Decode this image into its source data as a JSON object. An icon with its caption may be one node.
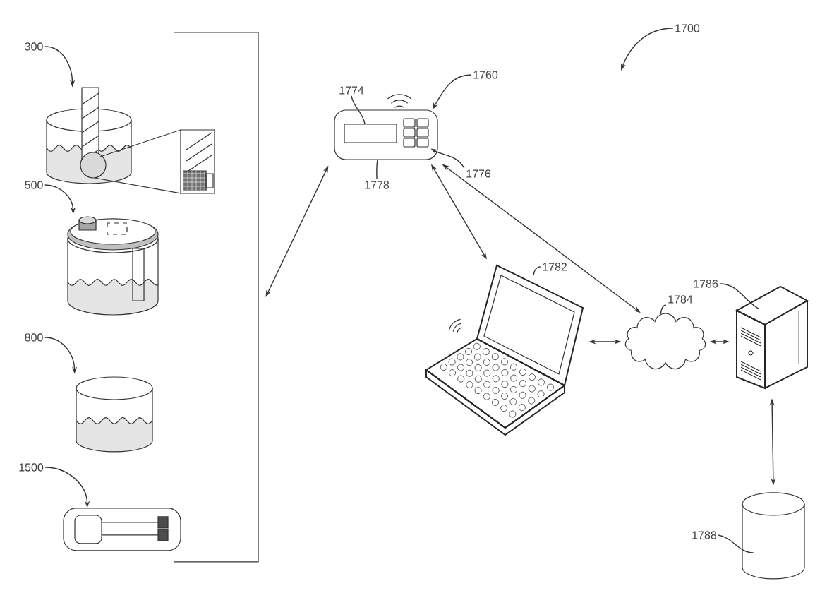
{
  "diagram": {
    "nodes": [
      {
        "text": [],
        "shape": "bracket"
      },
      {
        "text": [
          "300"
        ]
      },
      {
        "text": [],
        "shape": "picture"
      },
      {
        "text": [
          "500"
        ]
      },
      {
        "text": [],
        "shape": "picture"
      },
      {
        "text": [
          "800"
        ]
      },
      {
        "text": [],
        "shape": "picture"
      },
      {
        "text": [
          "1500"
        ]
      },
      {
        "text": [],
        "shape": "picture"
      },
      {
        "text": [
          "1760"
        ]
      },
      {
        "text": [],
        "shape": "box"
      },
      {
        "text": [
          "1774"
        ]
      },
      {
        "text": [],
        "shape": "box",
        "in": 10
      },
      {
        "text": [
          "1776"
        ]
      },
      {
        "text": [],
        "shape": "picture",
        "in": 10
      },
      {
        "text": [
          "1778"
        ]
      },
      {
        "text": [
          "1782"
        ]
      },
      {
        "text": [],
        "shape": "picture"
      },
      {
        "text": [
          "1784"
        ]
      },
      {
        "text": [],
        "shape": "cloud"
      },
      {
        "text": [
          "1786"
        ]
      },
      {
        "text": [],
        "shape": "picture"
      },
      {
        "text": [
          "1788"
        ]
      },
      {
        "text": [],
        "shape": "cylinder"
      },
      {
        "text": [
          "1700"
        ]
      }
    ],
    "edges": [
      {
        "from": 1,
        "to": 2,
        "arrow": "to"
      },
      {
        "from": 3,
        "to": 4,
        "arrow": "to"
      },
      {
        "from": 5,
        "to": 6,
        "arrow": "to"
      },
      {
        "from": 7,
        "to": 8,
        "arrow": "to"
      },
      {
        "from": 9,
        "to": 10,
        "arrow": "to"
      },
      {
        "from": 11,
        "to": 12,
        "arrow": "none"
      },
      {
        "from": 13,
        "to": 14,
        "arrow": "to"
      },
      {
        "from": 15,
        "to": 10,
        "arrow": "none"
      },
      {
        "from": 16,
        "to": 17,
        "arrow": "none"
      },
      {
        "from": 18,
        "to": 19,
        "arrow": "none"
      },
      {
        "from": 20,
        "to": 21,
        "arrow": "none"
      },
      {
        "from": 22,
        "to": 23,
        "arrow": "none"
      },
      {
        "from": 24,
        "to": null,
        "arrow": "to"
      },
      {
        "from": 0,
        "to": 10,
        "arrow": "both"
      },
      {
        "from": 10,
        "to": 17,
        "arrow": "both"
      },
      {
        "from": 10,
        "to": 19,
        "arrow": "both"
      },
      {
        "from": 17,
        "to": 19,
        "arrow": "both"
      },
      {
        "from": 19,
        "to": 21,
        "arrow": "both"
      },
      {
        "from": 21,
        "to": 23,
        "arrow": "both"
      }
    ]
  }
}
